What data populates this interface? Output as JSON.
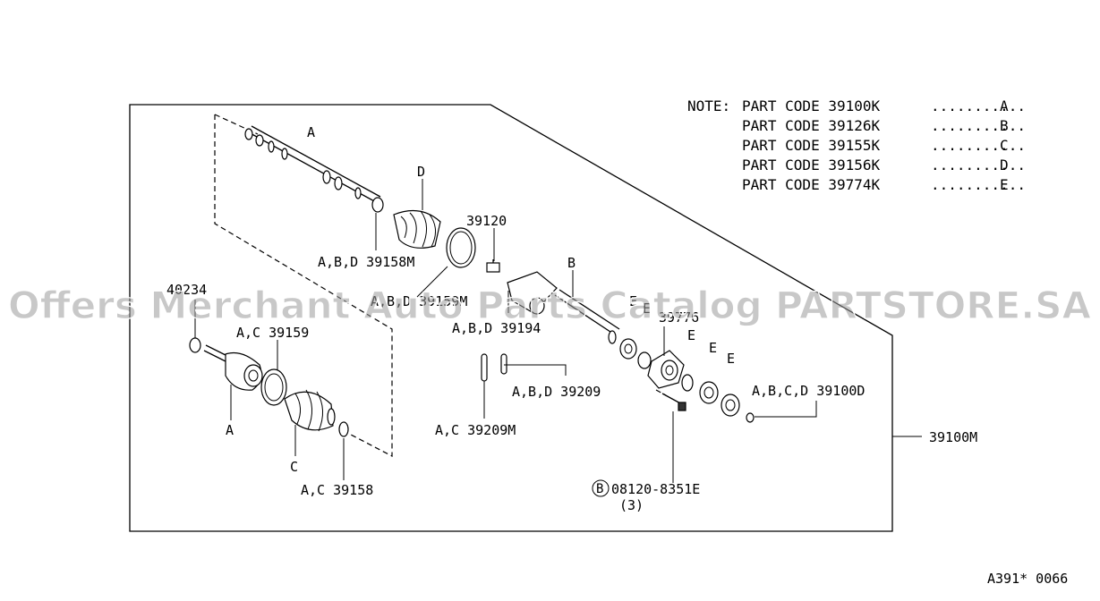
{
  "notes": {
    "prefix": "NOTE:",
    "lines": [
      {
        "text": "PART CODE 39100K",
        "letter": "A"
      },
      {
        "text": "PART CODE 39126K",
        "letter": "B"
      },
      {
        "text": "PART CODE 39155K",
        "letter": "C"
      },
      {
        "text": "PART CODE 39156K",
        "letter": "D"
      },
      {
        "text": "PART CODE 39774K",
        "letter": "E"
      }
    ]
  },
  "labels": {
    "shaft_a": "A",
    "boot_d": "D",
    "band_39158m": "A,B,D 39158M",
    "part_39120": "39120",
    "band_39159m": "A,B,D 39159M",
    "shaft_b": "B",
    "part_39194": "A,B,D 39194",
    "part_40234": "40234",
    "band_39159": "A,C 39159",
    "joint_a": "A",
    "boot_c": "C",
    "band_39158": "A,C 39158",
    "part_39209": "A,B,D 39209",
    "part_39209m": "A,C 39209M",
    "e1": "E",
    "e2": "E",
    "part_39776": "39776",
    "e3": "E",
    "e4": "E",
    "e5": "E",
    "part_39100d": "A,B,C,D 39100D",
    "assembly_39100m": "39100M",
    "bolt_circle": "B",
    "bolt_code": "08120-8351E",
    "bolt_qty": "(3)",
    "diagram_code": "A391* 0066"
  },
  "watermark": "Offers Merchant Auto Parts Catalog PARTSTORE.SA"
}
